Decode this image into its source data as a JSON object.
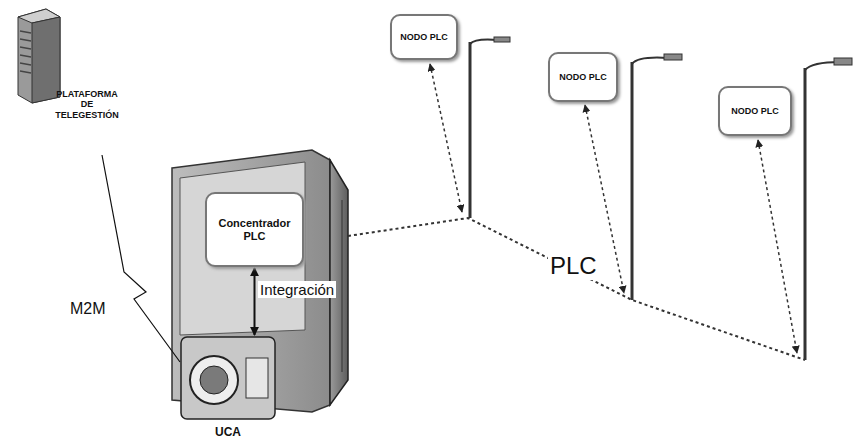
{
  "diagram": {
    "nodes": [
      {
        "text": [
          "PLATAFORMA DE TELEGESTIÓN"
        ]
      },
      {
        "text": [
          "UCA"
        ]
      },
      {
        "text": [
          "Concentrador PLC"
        ]
      },
      {
        "text": [
          "NODO PLC"
        ]
      },
      {
        "text": [
          "NODO PLC"
        ]
      },
      {
        "text": [
          "NODO PLC"
        ]
      }
    ],
    "edges": [
      {
        "from": 0,
        "to": 1,
        "label": "M2M",
        "arrow": "none"
      },
      {
        "from": 2,
        "to": 1,
        "label": "Integración",
        "arrow": "both"
      }
    ],
    "labels": [
      "PLC"
    ]
  }
}
